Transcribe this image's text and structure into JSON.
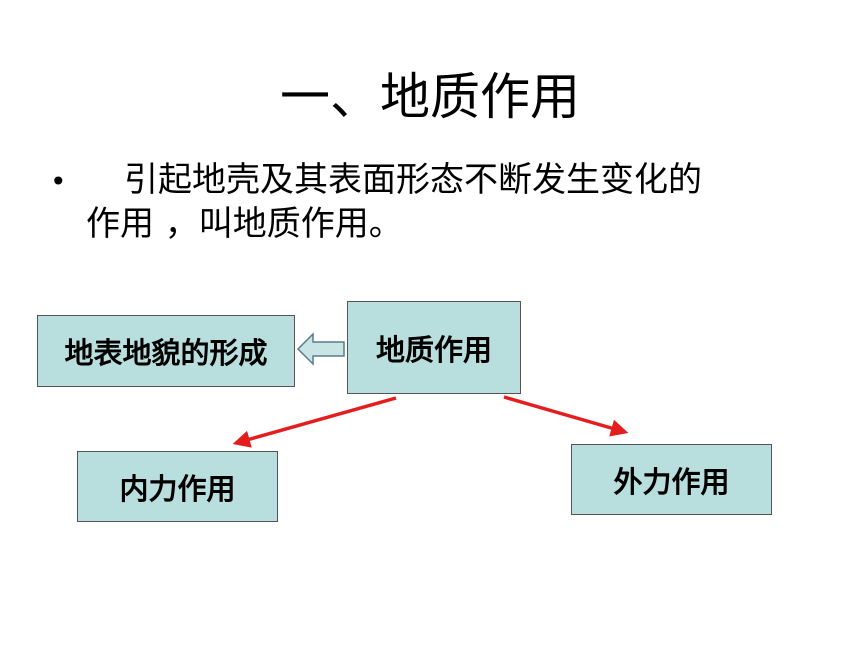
{
  "slide": {
    "title": "一、地质作用",
    "bullet_symbol": "•",
    "definition_line1": "引起地壳及其表面形态不断发生变化的",
    "definition_line2": "作用 ，叫地质作用。"
  },
  "diagram": {
    "nodes": {
      "center": "地质作用",
      "left": "地表地貌的形成",
      "inner": "内力作用",
      "outer": "外力作用"
    },
    "colors": {
      "box_fill": "#b9dede",
      "box_border": "#555555",
      "arrow_red": "#e41e1e",
      "hollow_arrow_fill": "#c9e4e4",
      "hollow_arrow_stroke": "#5b7b8b"
    }
  }
}
